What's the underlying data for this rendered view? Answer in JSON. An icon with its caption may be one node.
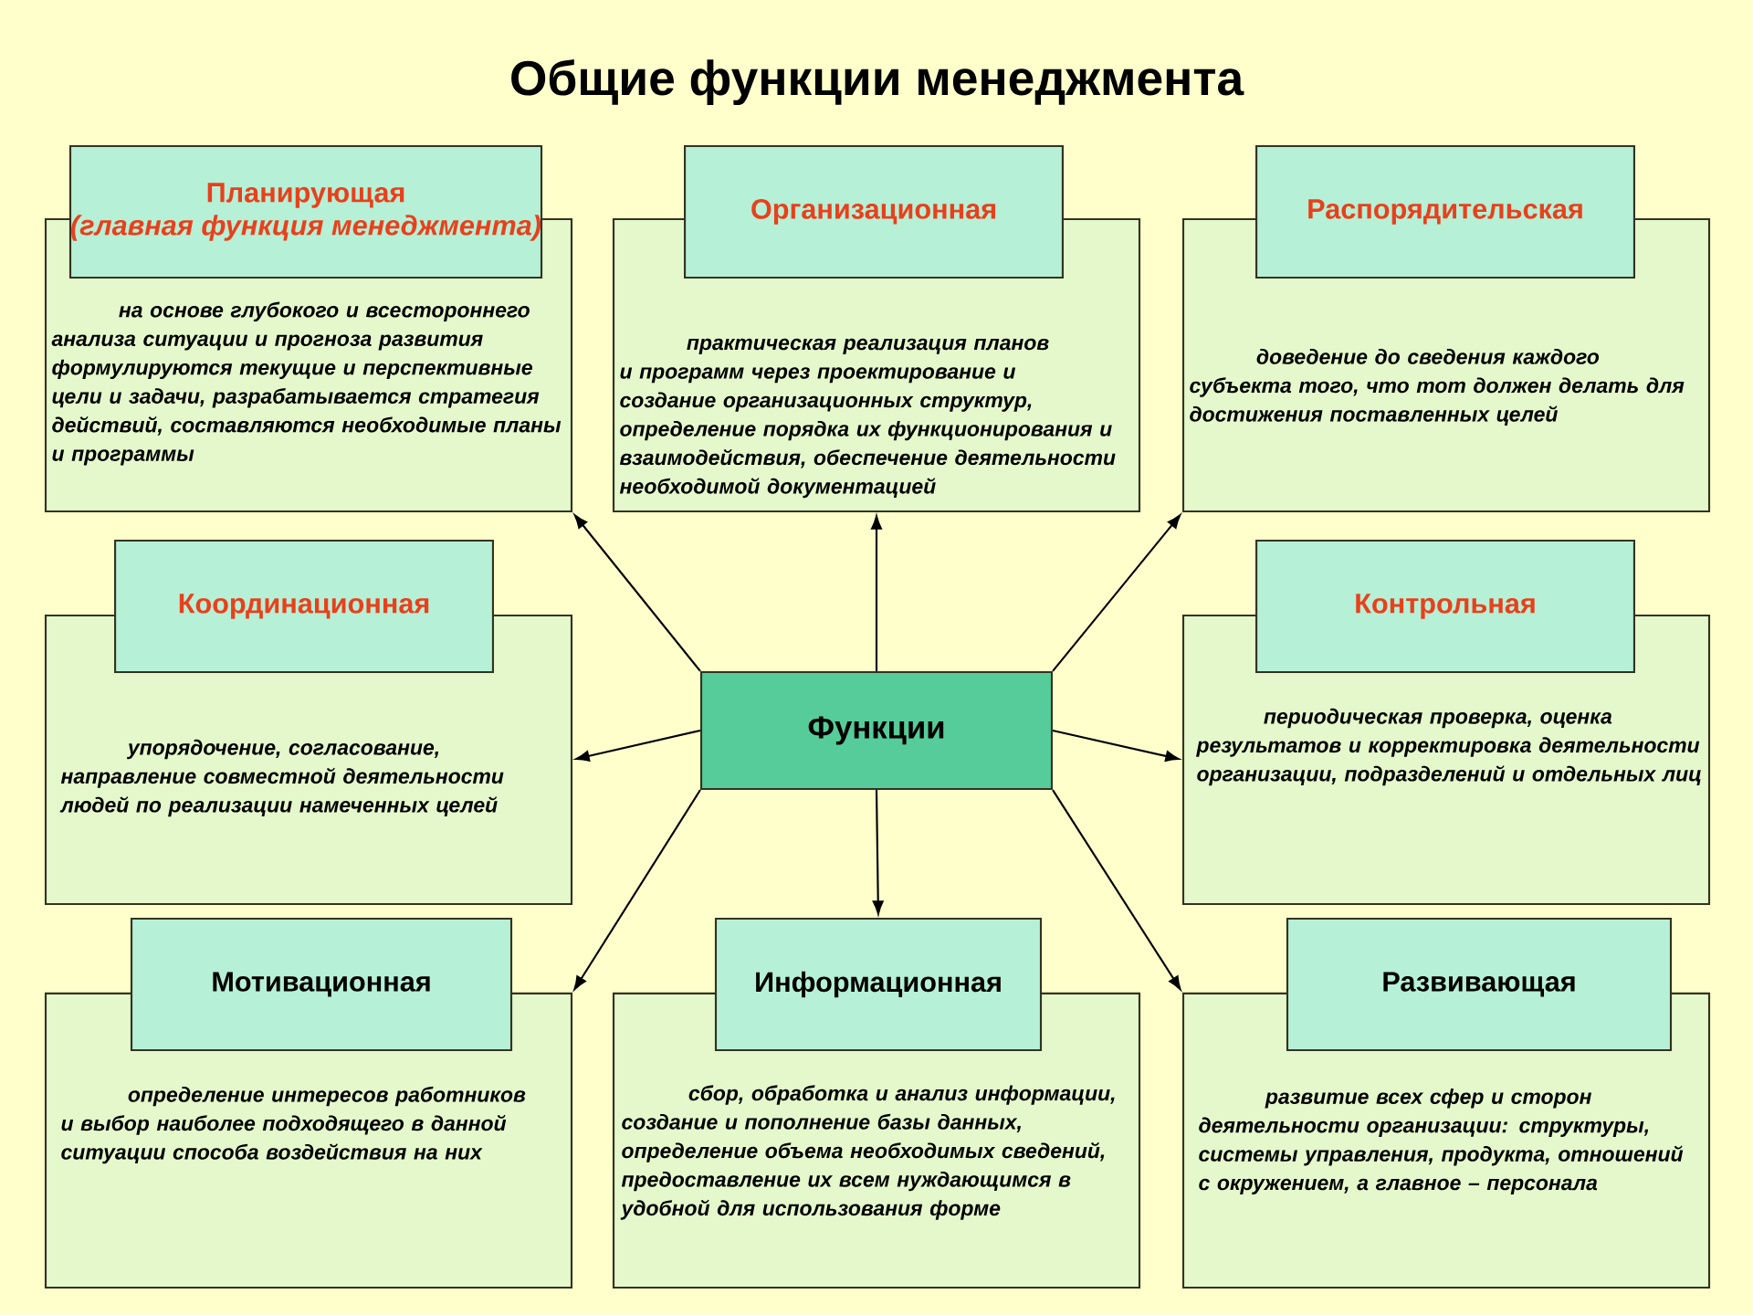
{
  "diagram": {
    "title": "Общие функции менеджмента",
    "nodes": [
      {
        "text": [
          "Функции"
        ]
      },
      {
        "text": [
          "Планирующая",
          "(главная функция менеджмента)",
          "на основе глубокого и всестороннего анализа ситуации и прогноза развития формулируются текущие и перспективные цели и задачи, разрабатывается стратегия действий, составляются необходимые планы и программы"
        ]
      },
      {
        "text": [
          "Организационная",
          "практическая реализация планов и программ через проектирование и создание организационных структур, определение порядка их функционирования и взаимодействия, обеспечение деятельности необходимой документацией"
        ]
      },
      {
        "text": [
          "Распорядительская",
          "доведение до сведения каждого субъекта того, что тот должен делать для достижения поставленных целей"
        ]
      },
      {
        "text": [
          "Координационная",
          "упорядочение, согласование, направление совместной деятельности людей по реализации намеченных целей"
        ]
      },
      {
        "text": [
          "Контрольная",
          "периодическая проверка, оценка результатов и корректировка деятельности организации, подразделений и отдельных лиц"
        ]
      },
      {
        "text": [
          "Мотивационная",
          "определение интересов работников и выбор наиболее подходящего в данной ситуации способа воздействия на них"
        ]
      },
      {
        "text": [
          "Информационная",
          "сбор, обработка и анализ информации, создание и пополнение базы данных, определение объема необходимых сведений, предоставление их всем нуждающимся в удобной для использования форме"
        ]
      },
      {
        "text": [
          "Развивающая",
          "развитие всех сфер и сторон деятельности организации: структуры, системы управления, продукта, отношений с окружением, а главное – персонала"
        ]
      }
    ],
    "edges": [
      {
        "from": 0,
        "to": 1,
        "arrow": "to"
      },
      {
        "from": 0,
        "to": 2,
        "arrow": "to"
      },
      {
        "from": 0,
        "to": 3,
        "arrow": "to"
      },
      {
        "from": 0,
        "to": 4,
        "arrow": "to"
      },
      {
        "from": 0,
        "to": 5,
        "arrow": "to"
      },
      {
        "from": 0,
        "to": 6,
        "arrow": "to"
      },
      {
        "from": 0,
        "to": 7,
        "arrow": "to"
      },
      {
        "from": 0,
        "to": 8,
        "arrow": "to"
      }
    ]
  }
}
